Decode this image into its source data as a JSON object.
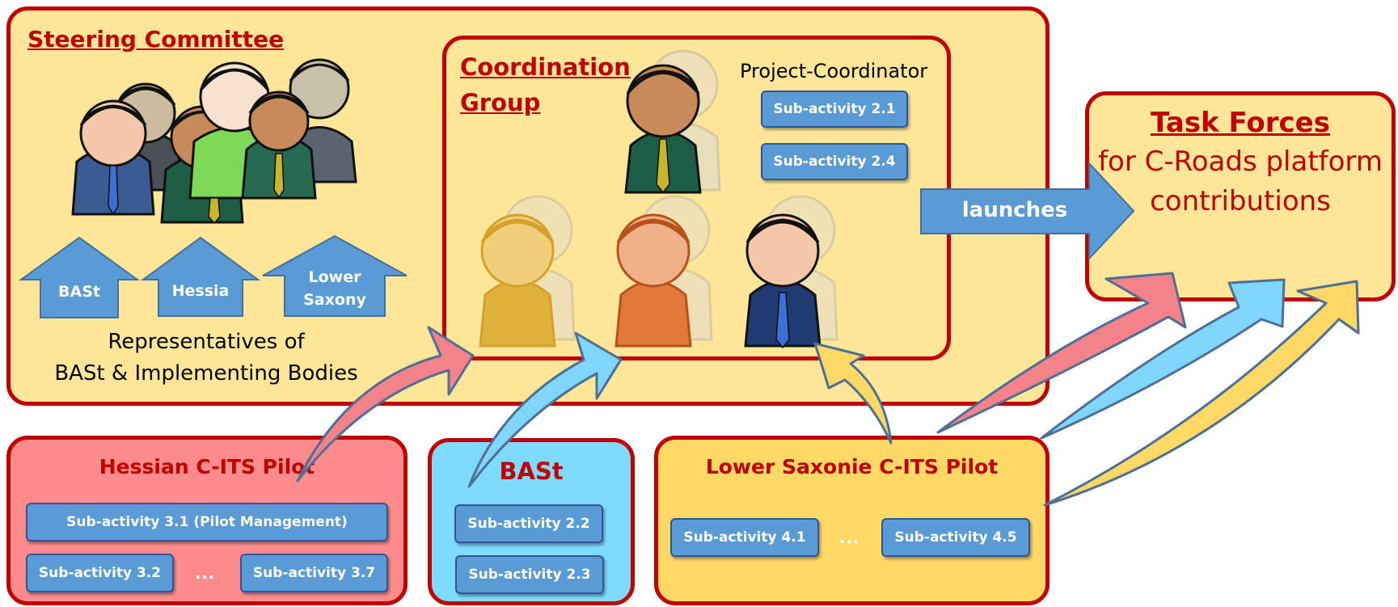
{
  "steering": {
    "title": "Steering Committee",
    "caption_line1": "Representatives of",
    "caption_line2": "BASt & Implementing Bodies",
    "arrows": [
      "BASt",
      "Hessia",
      "Lower",
      "Saxony"
    ]
  },
  "coordination": {
    "title_line1": "Coordination",
    "title_line2": "Group",
    "coordinator_label": "Project-Coordinator",
    "subs": [
      "Sub-activity 2.1",
      "Sub-activity 2.4"
    ]
  },
  "launches": "launches",
  "taskforces": {
    "title": "Task Forces",
    "line1": "for C-Roads platform",
    "line2": "contributions"
  },
  "hessian": {
    "title": "Hessian C-ITS Pilot",
    "wide_sub": "Sub-activity 3.1 (Pilot Management)",
    "sub_left": "Sub-activity 3.2",
    "dots": "…",
    "sub_right": "Sub-activity 3.7"
  },
  "bast": {
    "title": "BASt",
    "subs": [
      "Sub-activity 2.2",
      "Sub-activity 2.3"
    ]
  },
  "lowersax": {
    "title": "Lower Saxonie C-ITS Pilot",
    "sub_left": "Sub-activity 4.1",
    "dots": "…",
    "sub_right": "Sub-activity 4.5"
  },
  "colors": {
    "panel_border": "#c00000",
    "steering_fill": "#ffe699",
    "hessian_fill": "#ff8c8c",
    "bast_fill": "#7fdbff",
    "lowersax_fill": "#ffd966",
    "pill_fill": "#5b9bd5",
    "arrow_red": "#f4828a",
    "arrow_blue": "#7fd7fb",
    "arrow_yellow": "#ffd966"
  }
}
